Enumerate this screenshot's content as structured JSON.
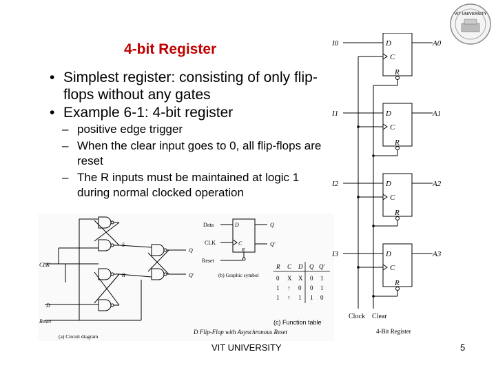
{
  "slide": {
    "title": "4-bit Register",
    "bullets": [
      {
        "level": 1,
        "text": "Simplest register: consisting of only flip-flops without any gates"
      },
      {
        "level": 1,
        "text": "Example 6-1: 4-bit register"
      },
      {
        "level": 2,
        "text": "positive edge trigger"
      },
      {
        "level": 2,
        "text": "When the clear input goes to 0, all flip-flops are reset"
      },
      {
        "level": 2,
        "text": "The R inputs must be maintained at logic 1 during normal clocked operation"
      }
    ],
    "footer": "VIT UNIVERSITY",
    "page_number": "5"
  },
  "logo": {
    "text": "VIT UNIVERSITY"
  },
  "dff_figure": {
    "circuit_labels": {
      "clk": "CLK",
      "d": "D",
      "reset": "Reset",
      "s": "S",
      "r": "R",
      "q": "Q",
      "qbar": "Q'"
    },
    "circuit_caption": "(a) Circuit diagram",
    "symbol_labels": {
      "data": "Data",
      "clk": "CLK",
      "reset": "Reset",
      "d": "D",
      "c": "C",
      "r": "R",
      "q": "Q",
      "qbar": "Q'"
    },
    "symbol_caption": "(b) Graphic symbol",
    "table_headers": [
      "R",
      "C",
      "D",
      "Q",
      "Q'"
    ],
    "table_rows": [
      [
        "0",
        "X",
        "X",
        "0",
        "1"
      ],
      [
        "1",
        "↑",
        "0",
        "0",
        "1"
      ],
      [
        "1",
        "↑",
        "1",
        "1",
        "0"
      ]
    ],
    "table_caption": "(c) Function table",
    "figure_caption": "D Flip-Flop with Asynchronous Reset"
  },
  "register_figure": {
    "inputs": [
      "I0",
      "I1",
      "I2",
      "I3"
    ],
    "outputs": [
      "A0",
      "A1",
      "A2",
      "A3"
    ],
    "pin_d": "D",
    "pin_c": "C",
    "pin_r": "R",
    "clock_label": "Clock",
    "clear_label": "Clear",
    "caption": "4-Bit Register"
  }
}
